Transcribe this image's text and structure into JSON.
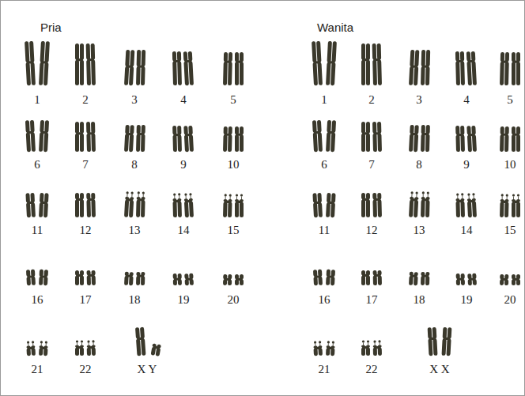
{
  "diagram": {
    "labels": [
      "Pria",
      "1",
      "2",
      "3",
      "4",
      "5",
      "6",
      "7",
      "8",
      "9",
      "10",
      "11",
      "12",
      "13",
      "14",
      "15",
      "16",
      "17",
      "18",
      "19",
      "20",
      "21",
      "22",
      "X Y",
      "Wanita",
      "1",
      "2",
      "3",
      "4",
      "5",
      "6",
      "7",
      "8",
      "9",
      "10",
      "11",
      "12",
      "13",
      "14",
      "15",
      "16",
      "17",
      "18",
      "19",
      "20",
      "21",
      "22",
      "X X"
    ]
  }
}
